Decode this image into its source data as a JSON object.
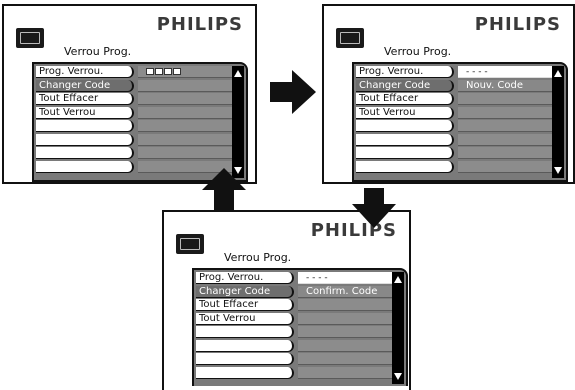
{
  "brand": "PHILIPS",
  "screens": [
    {
      "title": "Verrou Prog.",
      "left_items": [
        "Prog. Verrou.",
        "Changer Code",
        "Tout Effacer",
        "Tout Verrou",
        "",
        "",
        "",
        ""
      ],
      "right_items": [
        "",
        "",
        "",
        "",
        "",
        "",
        "",
        ""
      ],
      "code_display": "boxes"
    },
    {
      "title": "Verrou Prog.",
      "left_items": [
        "Prog. Verrou.",
        "Changer Code",
        "Tout Effacer",
        "Tout Verrou",
        "",
        "",
        "",
        ""
      ],
      "right_items": [
        "- - - -",
        "Nouv. Code",
        "",
        "",
        "",
        "",
        "",
        ""
      ],
      "code_display": "dashes"
    },
    {
      "title": "Verrou Prog.",
      "left_items": [
        "Prog. Verrou.",
        "Changer Code",
        "Tout Effacer",
        "Tout Verrou",
        "",
        "",
        "",
        ""
      ],
      "right_items": [
        "- - - -",
        "Confirm. Code",
        "",
        "",
        "",
        "",
        "",
        ""
      ],
      "code_display": "dashes"
    }
  ],
  "colors": {
    "highlight": "#6e6e6e",
    "panel": "#8c8c8c",
    "scrollbar": "#000000",
    "arrow": "#111111"
  }
}
